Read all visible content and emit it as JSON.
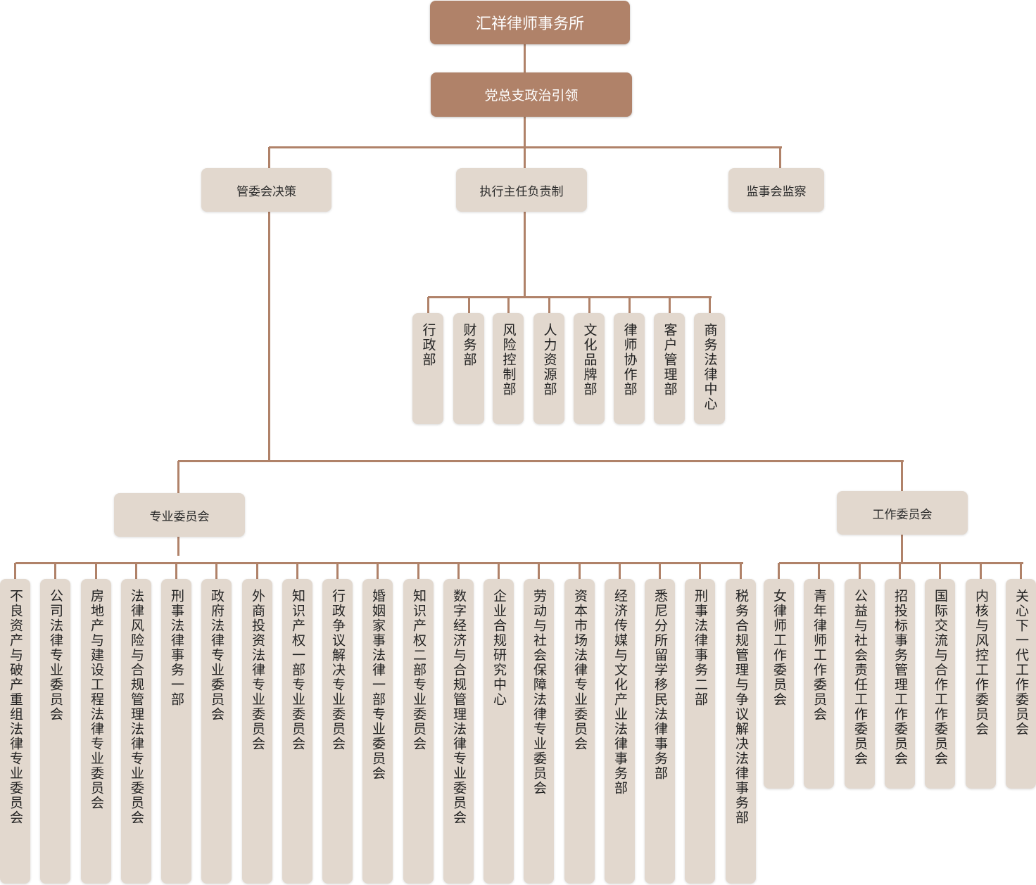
{
  "root": "汇祥律师事务所",
  "party": "党总支政治引领",
  "level2": {
    "decision": "管委会决策",
    "executive": "执行主任负责制",
    "supervision": "监事会监察"
  },
  "departments": [
    "行政部",
    "财务部",
    "风险控制部",
    "人力资源部",
    "文化品牌部",
    "律师协作部",
    "客户管理部",
    "商务法律中心"
  ],
  "committees": {
    "professional": "专业委员会",
    "working": "工作委员会"
  },
  "professional_items": [
    "不良资产与破产重组法律专业委员会",
    "公司法律专业委员会",
    "房地产与建设工程法律专业委员会",
    "法律风险与合规管理法律专业委员会",
    "刑事法律事务一部",
    "政府法律专业委员会",
    "外商投资法律专业委员会",
    "知识产权一部专业委员会",
    "行政争议解决专业委员会",
    "婚姻家事法律一部专业委员会",
    "知识产权二部专业委员会",
    "数字经济与合规管理法律专业委员会",
    "企业合规研究中心",
    "劳动与社会保障法律专业委员会",
    "资本市场法律专业委员会",
    "经济传媒与文化产业法律事务部",
    "悉尼分所留学移民法律事务部",
    "刑事法律事务二部",
    "税务合规管理与争议解决法律事务部"
  ],
  "working_items": [
    "女律师工作委员会",
    "青年律师工作委员会",
    "公益与社会责任工作委员会",
    "招投标事务管理工作委员会",
    "国际交流与合作工作委员会",
    "内核与风控工作委员会",
    "关心下一代工作委员会"
  ],
  "colors": {
    "primary": "#b08269",
    "secondary": "#e2d8ce",
    "connector": "#b08269"
  }
}
